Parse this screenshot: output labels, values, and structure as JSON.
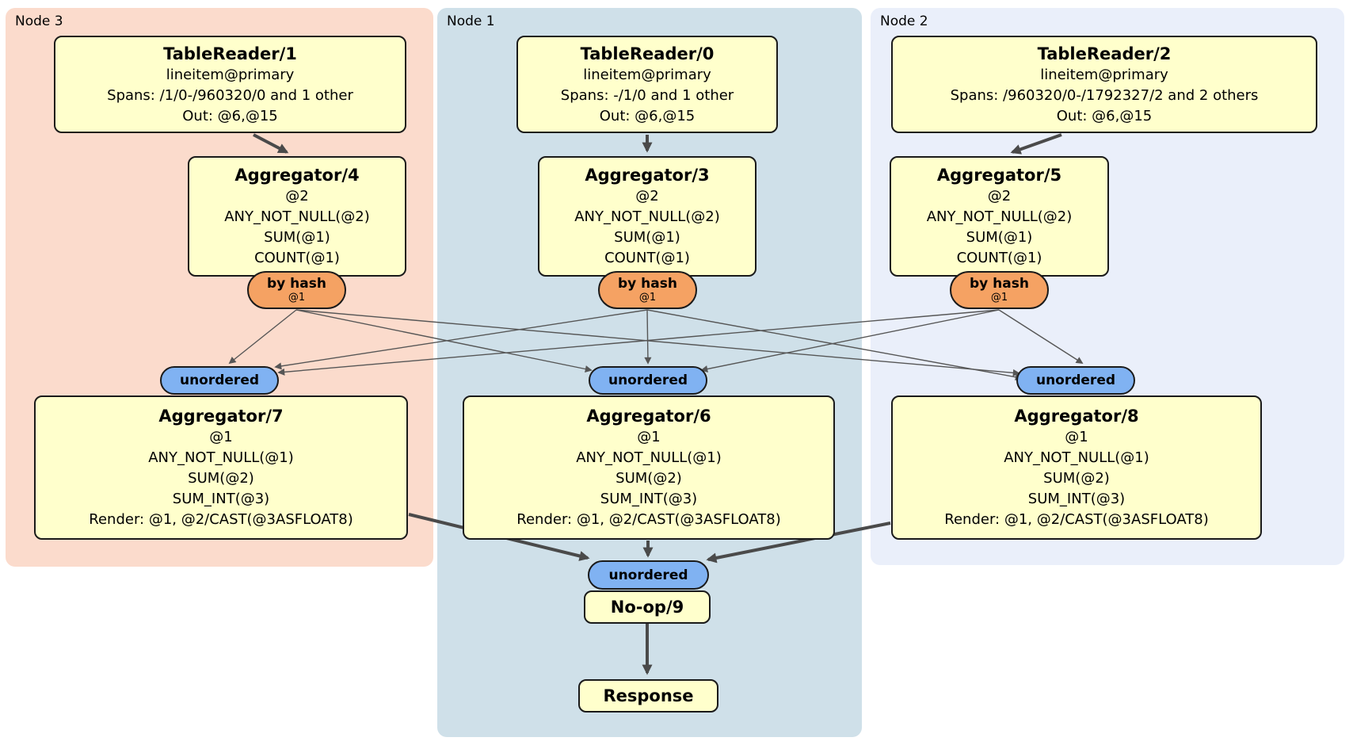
{
  "panels": {
    "node3": {
      "label": "Node 3"
    },
    "node1": {
      "label": "Node 1"
    },
    "node2": {
      "label": "Node 2"
    }
  },
  "boxes": {
    "tr1": {
      "title": "TableReader/1",
      "lines": [
        "lineitem@primary",
        "Spans: /1/0-/960320/0 and 1 other",
        "Out: @6,@15"
      ]
    },
    "tr0": {
      "title": "TableReader/0",
      "lines": [
        "lineitem@primary",
        "Spans: -/1/0 and 1 other",
        "Out: @6,@15"
      ]
    },
    "tr2": {
      "title": "TableReader/2",
      "lines": [
        "lineitem@primary",
        "Spans: /960320/0-/1792327/2 and 2 others",
        "Out: @6,@15"
      ]
    },
    "agg4": {
      "title": "Aggregator/4",
      "lines": [
        "@2",
        "ANY_NOT_NULL(@2)",
        "SUM(@1)",
        "COUNT(@1)"
      ]
    },
    "agg3": {
      "title": "Aggregator/3",
      "lines": [
        "@2",
        "ANY_NOT_NULL(@2)",
        "SUM(@1)",
        "COUNT(@1)"
      ]
    },
    "agg5": {
      "title": "Aggregator/5",
      "lines": [
        "@2",
        "ANY_NOT_NULL(@2)",
        "SUM(@1)",
        "COUNT(@1)"
      ]
    },
    "agg7": {
      "title": "Aggregator/7",
      "lines": [
        "@1",
        "ANY_NOT_NULL(@1)",
        "SUM(@2)",
        "SUM_INT(@3)",
        "Render: @1, @2/CAST(@3ASFLOAT8)"
      ]
    },
    "agg6": {
      "title": "Aggregator/6",
      "lines": [
        "@1",
        "ANY_NOT_NULL(@1)",
        "SUM(@2)",
        "SUM_INT(@3)",
        "Render: @1, @2/CAST(@3ASFLOAT8)"
      ]
    },
    "agg8": {
      "title": "Aggregator/8",
      "lines": [
        "@1",
        "ANY_NOT_NULL(@1)",
        "SUM(@2)",
        "SUM_INT(@3)",
        "Render: @1, @2/CAST(@3ASFLOAT8)"
      ]
    },
    "noop": {
      "title": "No-op/9"
    },
    "response": {
      "title": "Response"
    }
  },
  "routers": {
    "label": "by hash",
    "sub": "@1"
  },
  "syncs": {
    "label": "unordered"
  },
  "colors": {
    "panel_node3_bg": "#fbdbcc",
    "panel_node1_bg": "#cfe0e9",
    "panel_node2_bg": "#eaeffa",
    "processor_bg": "#ffffcc",
    "router_bg": "#f5a263",
    "sync_bg": "#80b2f2",
    "edge_thick": "#4a4a4a",
    "edge_thin": "#565656"
  }
}
